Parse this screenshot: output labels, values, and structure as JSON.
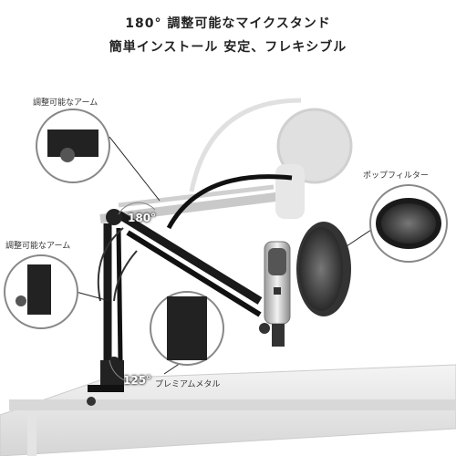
{
  "header": {
    "line1": "180°  調整可能なマイクスタンド",
    "line2": "簡単インストール 安定、フレキシブル"
  },
  "callouts": {
    "arm_top": "調整可能なアーム",
    "arm_left": "調整可能なアーム",
    "pop_filter": "ポップフィルター",
    "premium_metal": "プレミアムメタル"
  },
  "angles": {
    "arm_rotation": "180°",
    "base_rotation": "125°"
  }
}
